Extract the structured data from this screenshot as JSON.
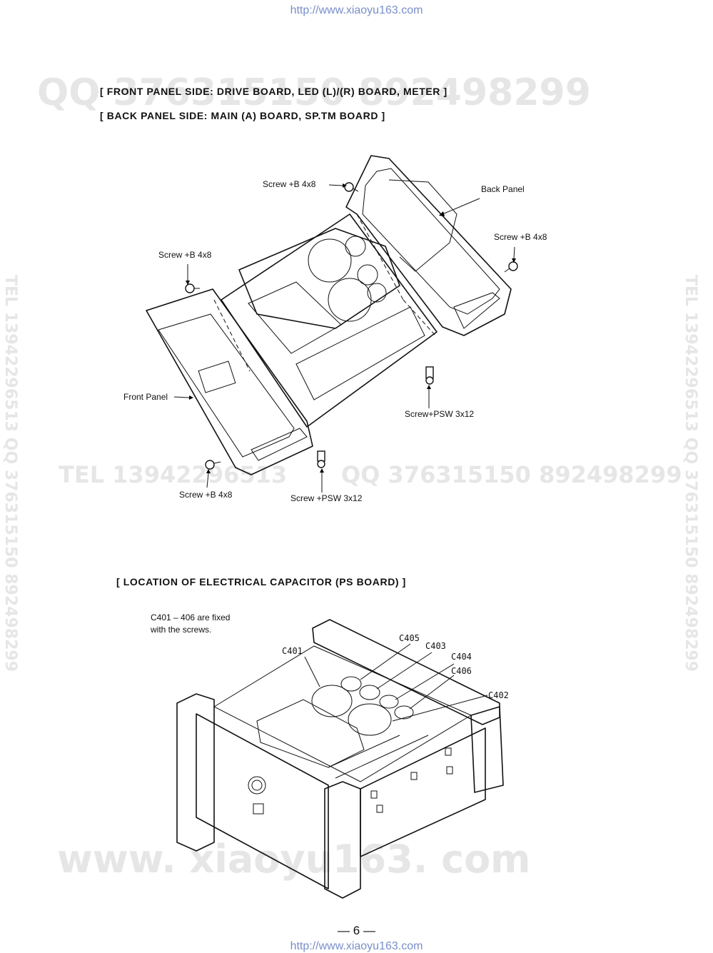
{
  "header": {
    "url": "http://www.xiaoyu163.com"
  },
  "footer": {
    "url": "http://www.xiaoyu163.com",
    "page_number": "— 6 —"
  },
  "watermarks": {
    "top_qq": "QQ 376315150  892498299",
    "middle_tel": "TEL 13942296513",
    "middle_qq": "QQ 376315150 892498299",
    "side_left": "TEL 13942296513 QQ 376315150 892498299",
    "side_right": "TEL 13942296513 QQ 376315150 892498299",
    "bottom_www": "www. xiaoyu163. com"
  },
  "section1": {
    "heading_line1": "[ FRONT PANEL SIDE: DRIVE BOARD, LED (L)/(R) BOARD, METER ]",
    "heading_line2": "[ BACK PANEL SIDE: MAIN (A) BOARD, SP.TM BOARD ]",
    "labels": {
      "screw_top": "Screw +B 4x8",
      "back_panel": "Back Panel",
      "screw_right": "Screw +B 4x8",
      "screw_left": "Screw +B 4x8",
      "front_panel": "Front Panel",
      "screw_psw_right": "Screw+PSW 3x12",
      "screw_bottom_left": "Screw +B 4x8",
      "screw_psw_bottom": "Screw +PSW 3x12"
    }
  },
  "section2": {
    "heading": "[ LOCATION OF ELECTRICAL CAPACITOR (PS BOARD) ]",
    "note_line1": "C401 – 406 are fixed",
    "note_line2": "with the screws.",
    "labels": {
      "c401": "C401",
      "c405": "C405",
      "c403": "C403",
      "c404": "C404",
      "c406": "C406",
      "c402": "C402"
    }
  }
}
